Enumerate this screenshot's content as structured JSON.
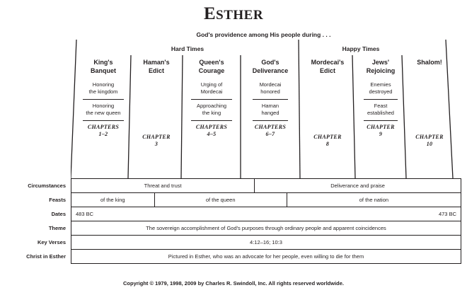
{
  "title": {
    "first_letter": "E",
    "rest": "STHER",
    "full": "ESTHER"
  },
  "panel": {
    "providence_line": "God's providence among His people during . . .",
    "eras": [
      {
        "label": "Hard Times"
      },
      {
        "label": "Happy Times"
      }
    ],
    "columns": [
      {
        "title_line1": "King's",
        "title_line2": "Banquet",
        "sub1_line1": "Honoring",
        "sub1_line2": "the kingdom",
        "sub2_line1": "Honoring",
        "sub2_line2": "the new queen",
        "chapter_label": "CHAPTERS",
        "chapter_num": "1–2"
      },
      {
        "title_line1": "Haman's",
        "title_line2": "Edict",
        "sub1_line1": "",
        "sub1_line2": "",
        "sub2_line1": "",
        "sub2_line2": "",
        "chapter_label": "CHAPTER",
        "chapter_num": "3"
      },
      {
        "title_line1": "Queen's",
        "title_line2": "Courage",
        "sub1_line1": "Urging of",
        "sub1_line2": "Mordecai",
        "sub2_line1": "Approaching",
        "sub2_line2": "the king",
        "chapter_label": "CHAPTERS",
        "chapter_num": "4–5"
      },
      {
        "title_line1": "God's",
        "title_line2": "Deliverance",
        "sub1_line1": "Mordecai",
        "sub1_line2": "honored",
        "sub2_line1": "Haman",
        "sub2_line2": "hanged",
        "chapter_label": "CHAPTERS",
        "chapter_num": "6–7"
      },
      {
        "title_line1": "Mordecai's",
        "title_line2": "Edict",
        "sub1_line1": "",
        "sub1_line2": "",
        "sub2_line1": "",
        "sub2_line2": "",
        "chapter_label": "CHAPTER",
        "chapter_num": "8"
      },
      {
        "title_line1": "Jews'",
        "title_line2": "Rejoicing",
        "sub1_line1": "Enemies",
        "sub1_line2": "destroyed",
        "sub2_line1": "Feast",
        "sub2_line2": "established",
        "chapter_label": "CHAPTER",
        "chapter_num": "9"
      },
      {
        "title_line1": "Shalom!",
        "title_line2": "",
        "sub1_line1": "",
        "sub1_line2": "",
        "sub2_line1": "",
        "sub2_line2": "",
        "chapter_label": "CHAPTER",
        "chapter_num": "10"
      }
    ]
  },
  "grid": {
    "rows": [
      {
        "label": "Circumstances",
        "cells": [
          {
            "text": "Threat and trust",
            "flex": 47
          },
          {
            "text": "Deliverance and praise",
            "flex": 53
          }
        ]
      },
      {
        "label": "Feasts",
        "cells": [
          {
            "text": "of the king",
            "flex": 21
          },
          {
            "text": "of the queen",
            "flex": 34
          },
          {
            "text": "of the nation",
            "flex": 45
          }
        ]
      },
      {
        "label": "Dates",
        "cells": [
          {
            "text": "483 BC",
            "flex": 50,
            "align": "left"
          },
          {
            "text": "473 BC",
            "flex": 50,
            "align": "right"
          }
        ]
      },
      {
        "label": "Theme",
        "cells": [
          {
            "text": "The sovereign accomplishment of God's purposes through ordinary people and apparent coincidences",
            "flex": 100
          }
        ]
      },
      {
        "label": "Key Verses",
        "cells": [
          {
            "text": "4:12–16; 10:3",
            "flex": 100
          }
        ]
      },
      {
        "label": "Christ in Esther",
        "cells": [
          {
            "text": "Pictured in Esther, who was an advocate for her people, even willing to die for them",
            "flex": 100
          }
        ]
      }
    ]
  },
  "copyright": "Copyright © 1979, 1998, 2009 by Charles R. Swindoll, Inc. All rights reserved worldwide.",
  "colors": {
    "ink": "#231f20",
    "background": "#ffffff"
  }
}
